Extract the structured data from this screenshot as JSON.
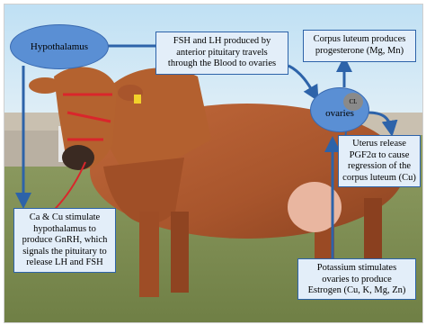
{
  "nodes": {
    "hypothalamus": "Hypothalamus",
    "ovaries": "ovaries",
    "cl": "CL"
  },
  "boxes": {
    "fsh_lh": [
      "FSH and LH produced by",
      "anterior pituitary travels",
      "through the Blood to ovaries"
    ],
    "corpus_luteum": [
      "Corpus luteum produces",
      "progesterone (Mg, Mn)"
    ],
    "uterus": [
      "Uterus release",
      "PGF2α to cause",
      "regression of the",
      "corpus luteum (Cu)"
    ],
    "ca_cu": [
      "Ca & Cu stimulate",
      "hypothalamus to",
      "produce GnRH, which",
      "signals the pituitary to",
      "release LH and FSH"
    ],
    "potassium": [
      "Potassium stimulates",
      "ovaries to produce",
      "Estrogen (Cu, K, Mg, Zn)"
    ]
  },
  "colors": {
    "box_fill": "#e3eef9",
    "box_border": "#2d63a9",
    "arrow": "#2d63a9",
    "node_fill": "#5a8fd4"
  }
}
